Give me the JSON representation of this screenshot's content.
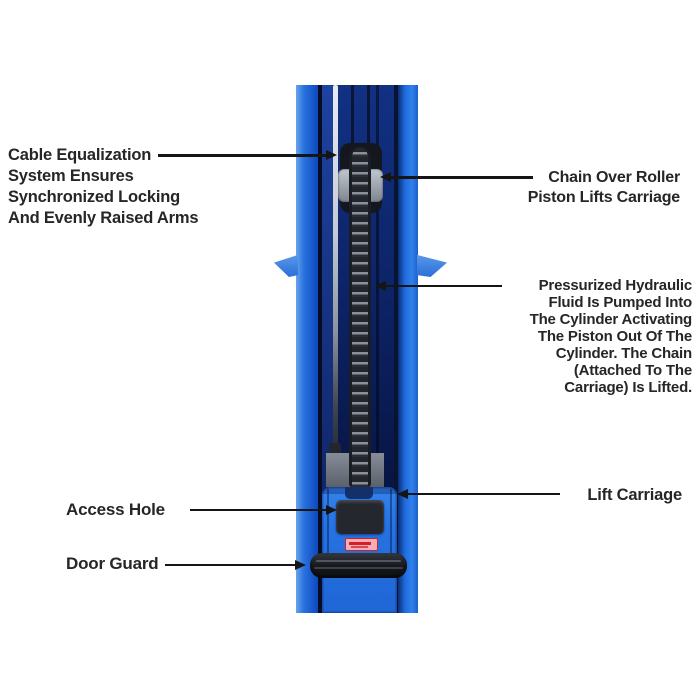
{
  "diagram": {
    "subject": "two-post-lift-column-cutaway",
    "labels": {
      "cable_equalization": {
        "lines": [
          "Cable Equalization",
          "System Ensures",
          "Synchronized Locking",
          "And Evenly Raised Arms"
        ]
      },
      "chain_over_roller": {
        "lines": [
          "Chain Over Roller",
          "Piston Lifts Carriage"
        ]
      },
      "pressurized": {
        "lines": [
          "Pressurized Hydraulic",
          "Fluid Is Pumped Into",
          "The Cylinder Activating",
          "The Piston Out Of The",
          "Cylinder. The Chain",
          "(Attached To The",
          "Carriage) Is Lifted."
        ]
      },
      "lift_carriage": {
        "text": "Lift Carriage"
      },
      "access_hole": {
        "text": "Access Hole"
      },
      "door_guard": {
        "text": "Door Guard"
      }
    },
    "colors": {
      "column_blue": "#2a72dd",
      "column_right_blue": "#1f6be0",
      "channel_navy": "#0c2162",
      "carriage_blue": "#2673e2",
      "cable_gray": "#c3c9d3",
      "chain_dark": "#22252c",
      "access_hole_dark": "#24272e",
      "door_guard_black": "#15171b",
      "sticker_pink": "#f2adb5",
      "sticker_red": "#d31f2a",
      "annotation_text": "#262626",
      "arrow_black": "#151515",
      "background": "#ffffff"
    }
  }
}
